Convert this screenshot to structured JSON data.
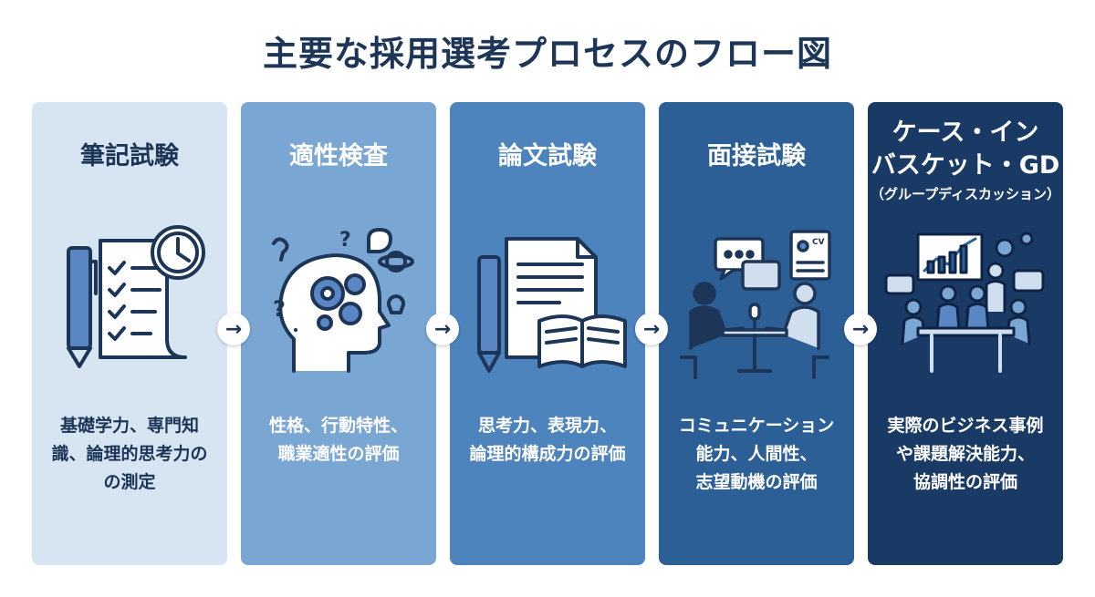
{
  "title": "主要な採用選考プロセスのフロー図",
  "colors": {
    "title": "#1d3557",
    "step1_bg": "#d7e5f3",
    "step2_bg": "#7aa6d3",
    "step3_bg": "#4d84bd",
    "step4_bg": "#2c5f96",
    "step5_bg": "#1a3a66"
  },
  "arrow_glyph": "→",
  "steps": [
    {
      "title": "筆記試験",
      "description": [
        "基礎学力、専門知",
        "識、論理的思考力の",
        "の測定"
      ],
      "icon": "written-test-icon"
    },
    {
      "title": "適性検査",
      "description": [
        "性格、行動特性、",
        "職業適性の評価"
      ],
      "icon": "aptitude-head-icon"
    },
    {
      "title": "論文試験",
      "description": [
        "思考力、表現力、",
        "論理的構成力の評価"
      ],
      "icon": "essay-document-icon"
    },
    {
      "title": "面接試験",
      "description": [
        "コミュニケーション",
        "能力、人間性、",
        "志望動機の評価"
      ],
      "icon": "interview-icon"
    },
    {
      "title_lines": [
        "ケース・イン",
        "バスケット・GD"
      ],
      "subtitle": "（グループディスカッション）",
      "description": [
        "実際のビジネス事例",
        "や課題解決能力、",
        "協調性の評価"
      ],
      "icon": "group-discussion-icon"
    }
  ]
}
